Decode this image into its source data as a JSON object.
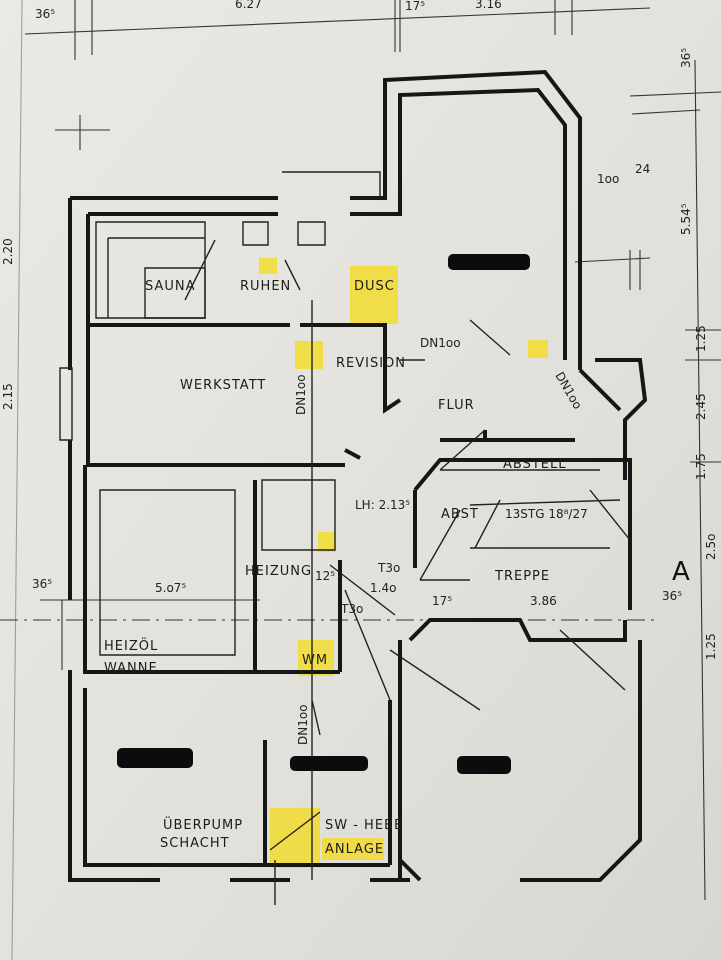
{
  "title_marker": "A",
  "rooms": {
    "sauna": "SAUNA",
    "ruhen": "RUHEN",
    "dusche": "DUSC",
    "revision": "REVISION",
    "werkstatt": "WERKSTATT",
    "flur": "FLUR",
    "abstell": "ABSTELL",
    "abst": "ABST",
    "treppe": "TREPPE",
    "heizung": "HEIZUNG",
    "heizoel_1": "HEIZÖL",
    "heizoel_2": "WANNE",
    "wm": "WM",
    "ueberpump_1": "ÜBERPUMP",
    "ueberpump_2": "SCHACHT",
    "swhebe_1": "SW - HEBE",
    "swhebe_2": "ANLAGE"
  },
  "annotations": {
    "dn100_a": "DN1oo",
    "dn100_b": "DN1oo",
    "dn100_c": "DN1oo",
    "dn100_d": "DN1oo",
    "lh": "LH: 2.13⁵",
    "stairs": "13STG 18⁸/27",
    "t30_a": "T3o",
    "t30_b": "T3o"
  },
  "dimensions": {
    "top_1": "36⁵",
    "top_2": "6.27",
    "top_3": "17⁵",
    "top_4": "3.16",
    "right_top": "36⁵",
    "r_100": "1oo",
    "r_24": "24",
    "r_554": "5.54⁵",
    "r_125": "1.25",
    "r_245": "2.45",
    "r_175": "1.75",
    "r_250": "2.5o",
    "r_365": "36⁵",
    "r_125b": "1.25",
    "left_220": "2.20",
    "left_215": "2.15",
    "mid_365": "36⁵",
    "mid_5075": "5.o7⁵",
    "mid_125": "12⁵",
    "mid_140": "1.4o",
    "mid_175": "17⁵",
    "mid_386": "3.86"
  }
}
